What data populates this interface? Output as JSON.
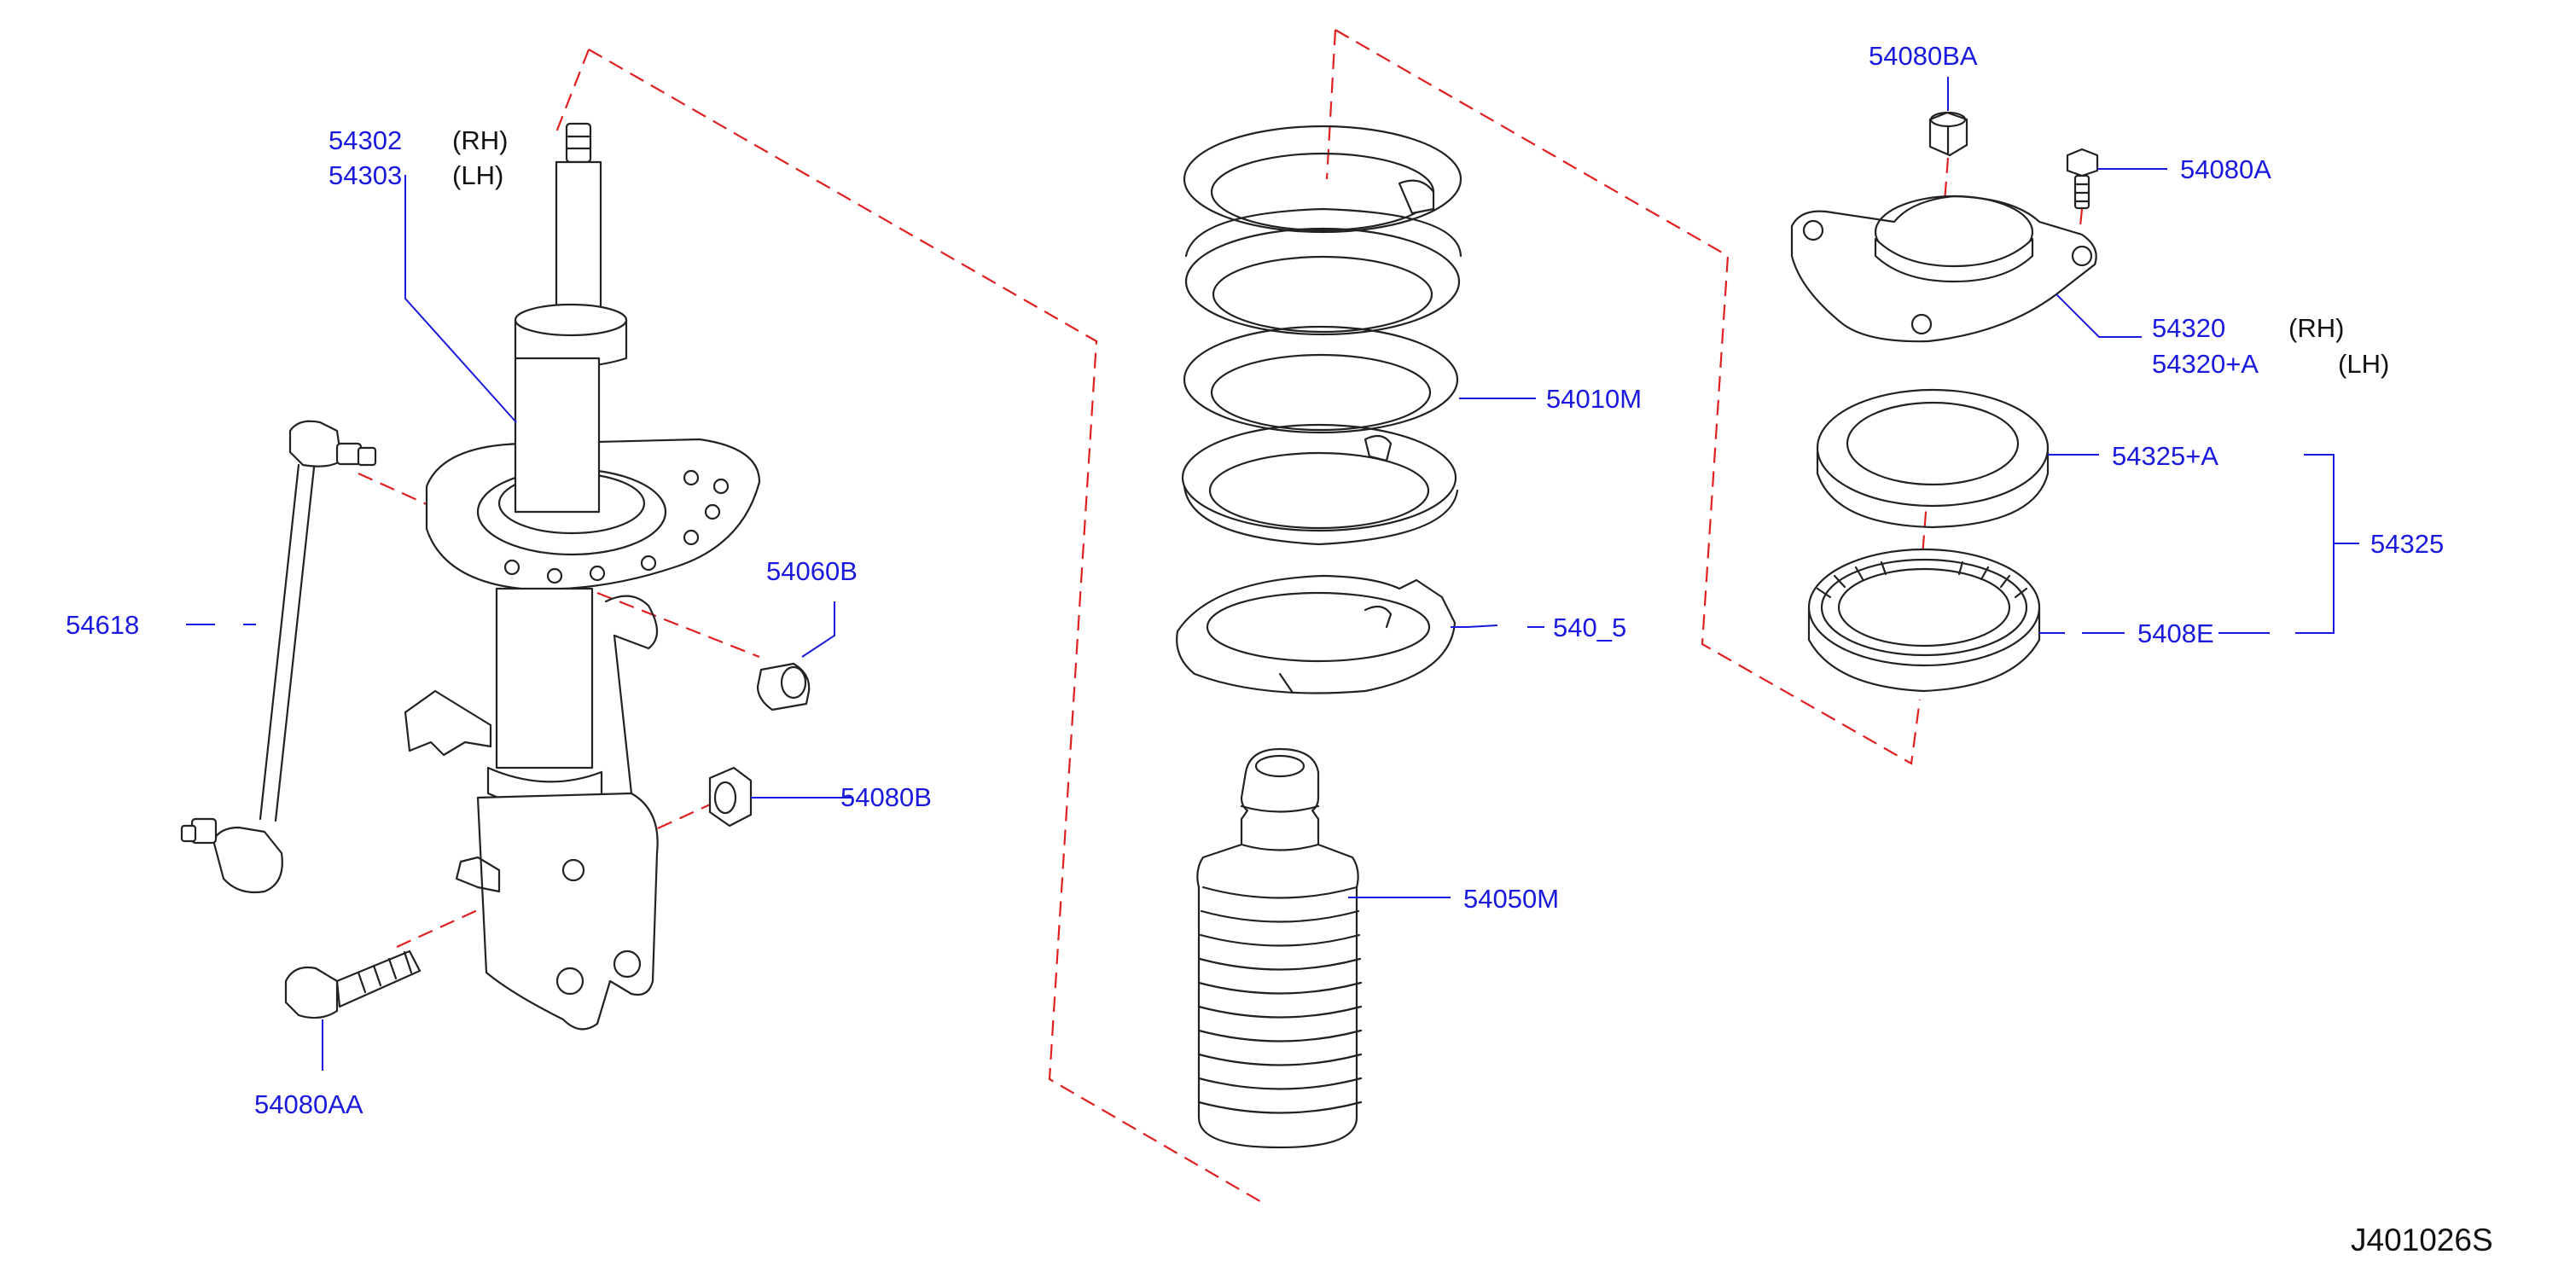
{
  "diagram_code": "J401026S",
  "colors": {
    "label": "#1a1adf",
    "line": "#222222",
    "guide": "#e02020",
    "background": "#ffffff"
  },
  "parts": {
    "strut_rh": {
      "number": "54302",
      "side": "(RH)"
    },
    "strut_lh": {
      "number": "54303",
      "side": "(LH)"
    },
    "stabilizer_link": {
      "number": "54618"
    },
    "nut_54060b": {
      "number": "54060B"
    },
    "nut_54080b": {
      "number": "54080B"
    },
    "bolt_54080aa": {
      "number": "54080AA"
    },
    "coil_spring": {
      "number": "54010M"
    },
    "spring_seat": {
      "number": "540_5"
    },
    "bound_bumper": {
      "number": "54050M"
    },
    "nut_54080ba": {
      "number": "54080BA"
    },
    "bolt_54080a": {
      "number": "54080A"
    },
    "mount_rh": {
      "number": "54320",
      "side": "(RH)"
    },
    "mount_lh": {
      "number": "54320+A",
      "side": "(LH)"
    },
    "bearing_54325a": {
      "number": "54325+A"
    },
    "bearing_assy": {
      "number": "54325"
    },
    "bearing_seal": {
      "number": "5408E"
    }
  }
}
